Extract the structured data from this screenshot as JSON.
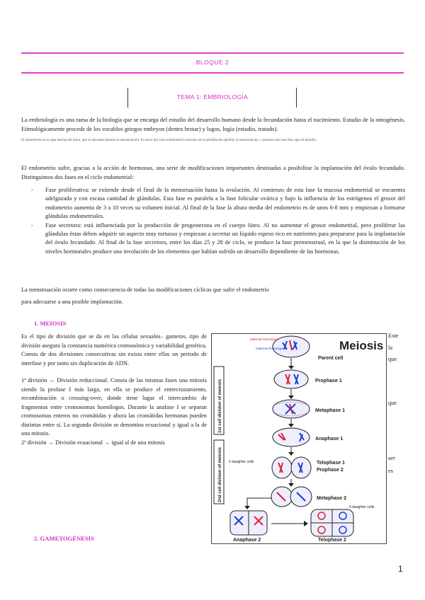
{
  "header": {
    "bloque": "BLOQUE 2",
    "tema": "TEMA 1: EMBRIOLOGÍA"
  },
  "intro": {
    "p1": "La embriología es una rama de la biología que se encarga del estudio del desarrollo humano desde la fecundación hasta el nacimiento. Estudio de la ontogénesis. Etimológicamente procede de los vocablos griegos embryon (dentro brotar) y logos, logia (estudio, tratado).",
    "note": "El endometrio es la capa interna del útero, que se descama durante la menstruación. El inicio del ciclo endometrial coincide con la pérdida del epitelio, la menstruación, y persiste solo una fina capa de epitelio."
  },
  "endometrio": {
    "p1": "El endometrio sufre, gracias a la acción de hormonas, una serie de modificaciones importantes destinadas a posibilitar la implantación del óvulo fecundado. Distinguimos dos fases en el ciclo endometrial:",
    "items": [
      "Fase proliferativa: se extiende desde el final de la menstruación hasta la ovulación. Al comienzo de esta fase la mucosa endometrial se encuentra adelgazada y con escasa cantidad de glándulas. Esta fase es paralela a la fase folicular ovárica y bajo la influencia de los estrógenos el grosor del endometrio aumenta de 3 a 10 veces su volumen inicial. Al final de la fase la altura media del endometrio es de unos 6-8 mm y empiezan a formarse glándulas endometriales.",
      "Fase secretora: está influenciada por la producción de progesterona en el cuerpo lúteo. Al no aumentar el grosor endometrial, pero proliferar las glándulas éstas deben adquirir un aspecto muy tortuoso y empiezan a secretar un líquido espeso rico en nutrientes para prepararse para la implantación del óvulo fecundado. Al final de la fase secretora, entre los días 25 y 28 de ciclo, se produce la fase premenstrual, en la que la disminución de los niveles hormonales produce una involución de los elementos que habían sufrido un desarrollo dependiente de las hormonas."
    ],
    "p2": "La menstruación ocurre como consecuencia de todas las modificaciones cíclicas que sufre el endometrio",
    "p3": "para adecuarse a una posible implantación."
  },
  "meiosis": {
    "heading": "1.   MEIOSIS",
    "p1": "Es el tipo de división que se da en las células sexuales– gametos. tipo de división asegura la constancia numérica cromosómica y variabilidad genética. Consta de dos divisiones consecutivas sin exista entre ellas un periodo de interfase y por tanto sin duplicación de ADN.",
    "p2": "1ª división → División reduccional. Consta de las mismas fases una mitosis siendo la profase I más larga, en ella se produce el entrecruzamiento, recombinación o crossing-over, donde tiene lugar el intercambio de fragmentos entre cromosomas homólogos.   Durante la anafase I se separan cromosomas enteros no cromátidas y ahora las cromátidas hermanas pueden distintas entre sí. La segunda división se denomina ecuacional y igual a la de una mitosis.",
    "p3": "2ª división → División ecuacional → igual al de una mitosis",
    "right_words": [
      "Este",
      "la",
      "que",
      "que",
      "ser",
      "es"
    ]
  },
  "gametogenesis": {
    "heading": "2.   GAMETOGÉNESIS"
  },
  "figure": {
    "title": "Meiosis",
    "side1": "1st cell division of meiosis",
    "side2": "2nd cell division of meiosis",
    "labels": [
      "Parent cell",
      "Prophase 1",
      "Metaphase 1",
      "Anaphase 1",
      "Telophase 1",
      "Prophase 2",
      "Metaphase 2",
      "Anaphase 2",
      "Telophase 2",
      "2 daughter cells",
      "4 daughter cells"
    ],
    "small_labels": [
      "paternal homologue",
      "maternal homologue"
    ]
  },
  "page": {
    "number": "1"
  }
}
